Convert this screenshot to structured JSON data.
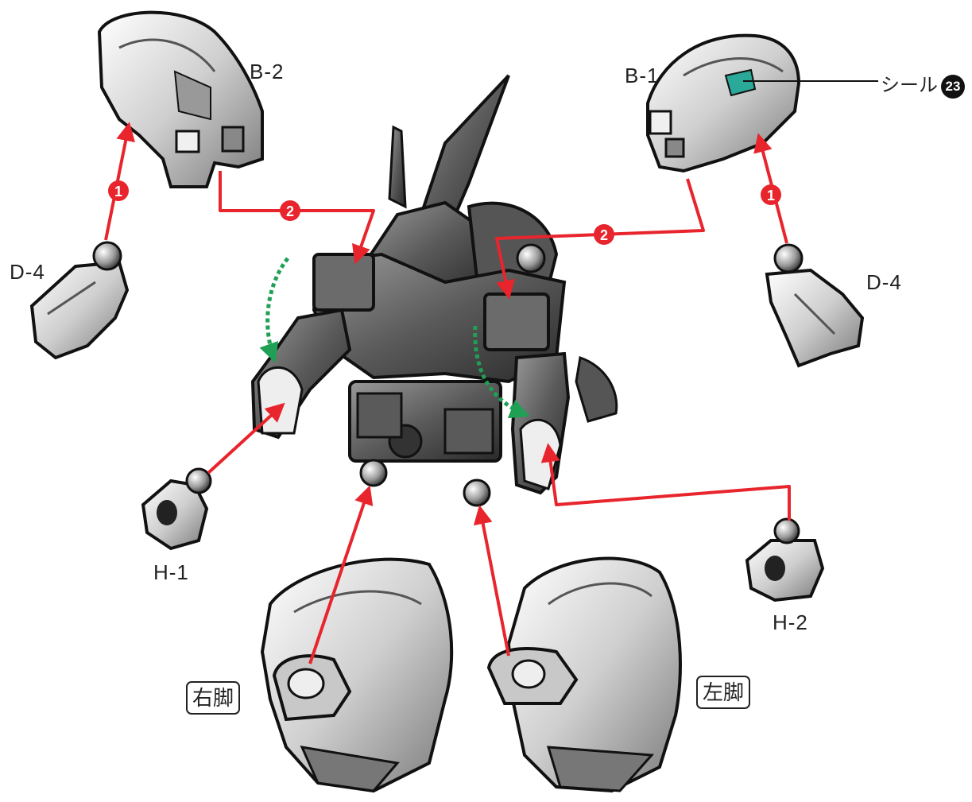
{
  "labels": {
    "b2": "B-2",
    "b1": "B-1",
    "d4_left": "D-4",
    "d4_right": "D-4",
    "h1": "H-1",
    "h2": "H-2",
    "right_leg": "右脚",
    "left_leg": "左脚"
  },
  "seal": {
    "text": "シール",
    "number": "23"
  },
  "steps": {
    "step1_left": "1",
    "step1_right": "1",
    "step2_left": "2",
    "step2_right": "2"
  },
  "colors": {
    "arrow_red": "#e8242c",
    "arrow_green": "#1fa055",
    "part_fill": "#d8d8d8",
    "part_dark": "#3a3a3a",
    "outline": "#111111",
    "seal_teal": "#2aa898"
  }
}
